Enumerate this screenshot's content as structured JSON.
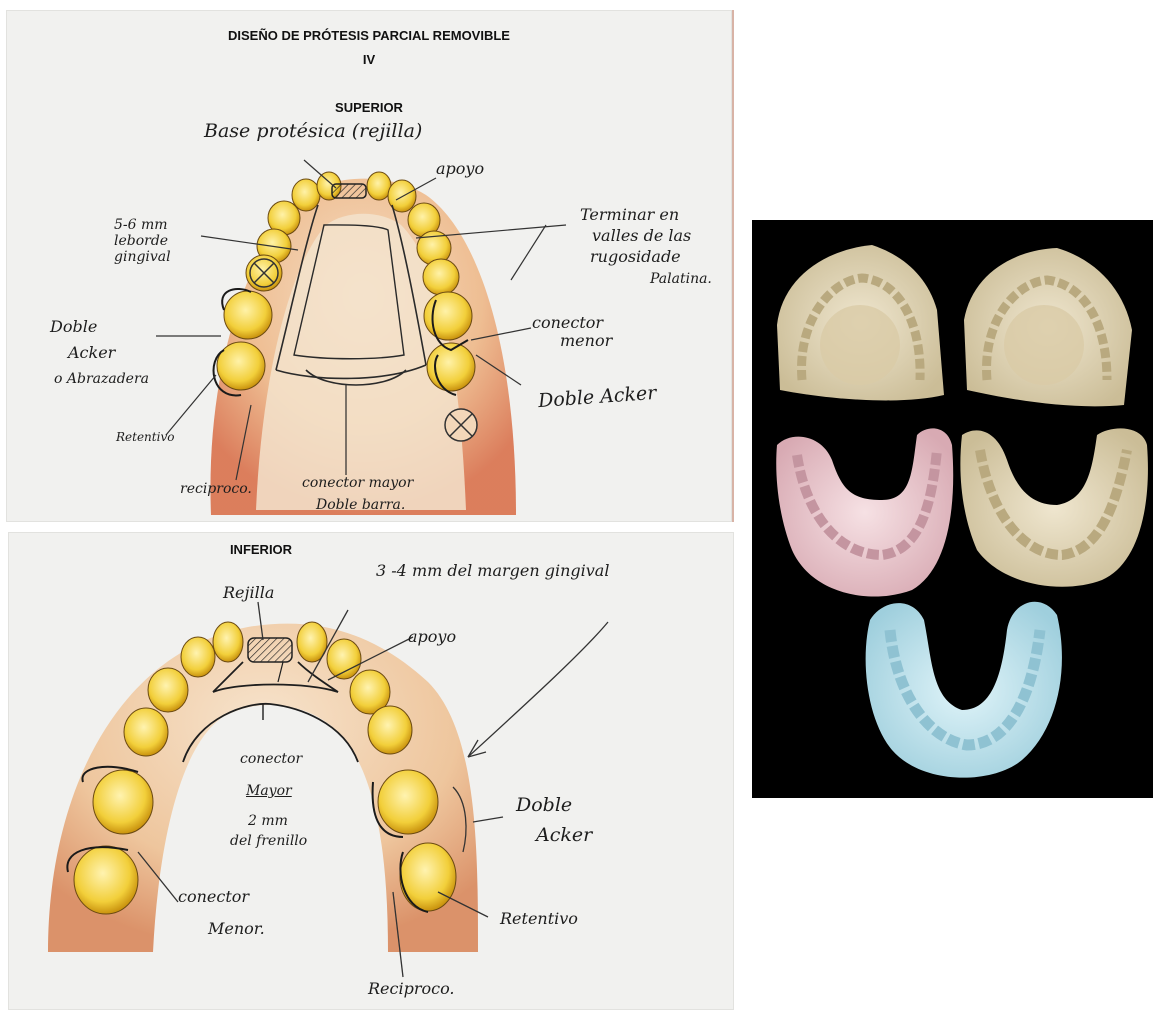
{
  "superior": {
    "title": "DISEÑO DE PRÓTESIS PARCIAL REMOVIBLE",
    "subtitle": "IV",
    "heading": "SUPERIOR",
    "labels": {
      "base_protesica": "Base protésica (rejilla)",
      "apoyo": "apoyo",
      "ledge_1": "5-6 mm",
      "ledge_2": "leborde",
      "ledge_3": "gingival",
      "terminar_1": "Terminar en",
      "terminar_2": "valles de las",
      "terminar_3": "rugosidade",
      "terminar_4": "Palatina.",
      "doble_1": "Doble",
      "doble_2": "Acker",
      "doble_3": "o Abrazadera",
      "conector_menor_1": "conector",
      "conector_menor_2": "menor",
      "doble_acker_sig": "Doble Acker",
      "retentivo": "Retentivo",
      "reciproco": "reciproco.",
      "conector_mayor_1": "conector mayor",
      "conector_mayor_2": "Doble barra."
    }
  },
  "inferior": {
    "heading": "INFERIOR",
    "labels": {
      "rejilla": "Rejilla",
      "margen": "3 -4 mm del margen gingival",
      "apoyo": "apoyo",
      "conector_1": "conector",
      "conector_2": "Mayor",
      "conector_3": "2 mm",
      "conector_4": "del frenillo",
      "doble_1": "Doble",
      "doble_2": "Acker",
      "conector_menor_1": "conector",
      "conector_menor_2": "Menor.",
      "retentivo": "Retentivo",
      "reciproco": "Reciproco."
    }
  },
  "colors": {
    "tooth": "#f2cf3a",
    "tooth_dark": "#d9a514",
    "gum": "#e7a36e",
    "palate": "#efdcc3",
    "paper": "#f1f1ef",
    "photo_background": "#000000",
    "cast_plaster": "#e6dcc0",
    "cast_pink": "#e8c7cd",
    "cast_blue": "#bfe3ee"
  },
  "icons": {
    "mesh_rest": "crosshatch-rest-icon",
    "clasp": "clasp-outline-icon",
    "missing_tooth": "x-circle-icon"
  }
}
